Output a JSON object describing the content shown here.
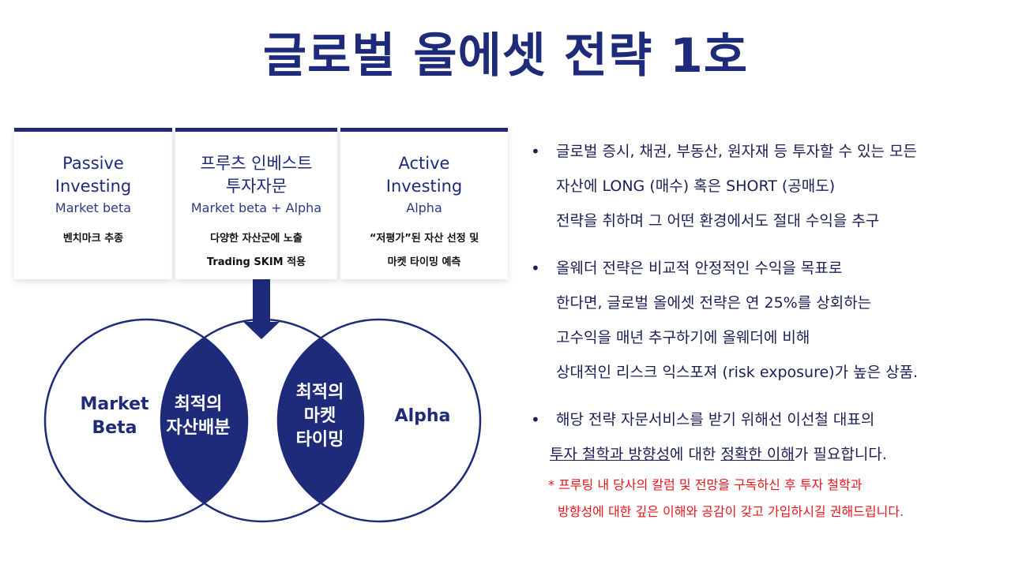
{
  "title": "글로벌 올에셋 전략 1호",
  "cards": [
    {
      "title_lines": [
        "Passive",
        "Investing"
      ],
      "subtitle": "Market beta",
      "desc_lines": [
        "벤치마크 추종"
      ]
    },
    {
      "title_lines": [
        "프루츠 인베스트",
        "투자자문"
      ],
      "subtitle": "Market beta + Alpha",
      "desc_lines": [
        "다양한 자산군에 노출",
        "Trading SKIM 적용"
      ]
    },
    {
      "title_lines": [
        "Active",
        "Investing"
      ],
      "subtitle": "Alpha",
      "desc_lines": [
        "“저평가”된 자산 선정 및",
        "마켓 타이밍 예측"
      ]
    }
  ],
  "venn": {
    "left_label": [
      "Market",
      "Beta"
    ],
    "overlap_left_label": [
      "최적의",
      "자산배분"
    ],
    "overlap_right_label": [
      "최적의",
      "마켓",
      "타이밍"
    ],
    "right_label": [
      "Alpha"
    ],
    "fill_color": "#1e2a7a",
    "stroke_color": "#1e2a7a"
  },
  "bullets": [
    {
      "lines": [
        "글로벌 증시, 채권, 부동산, 원자재 등 투자할 수 있는 모든",
        "자산에 LONG (매수) 혹은 SHORT (공매도)",
        "전략을 취하며 그 어떤 환경에서도 절대 수익을 추구"
      ]
    },
    {
      "lines": [
        "올웨더 전략은 비교적 안정적인 수익을 목표로",
        "한다면, 글로벌 올에셋 전략은 연 25%를 상회하는",
        "고수익을 매년 추구하기에 올웨더에 비해",
        "상대적인 리스크 익스포져 (risk exposure)가 높은 상품."
      ]
    },
    {
      "line1": "해당 전략 자문서비스를 받기 위해선 이선철 대표의",
      "line2_underlined_a": "투자 철학과 방향성",
      "line2_text_a": "에 대한 ",
      "line2_underlined_b": "정확한 이해",
      "line2_text_b": "가 필요합니다."
    }
  ],
  "bullet_symbol": "•",
  "note_lines": [
    "* 프루팅 내 당사의 칼럼 및 전망을 구독하신 후 투자 철학과",
    "방향성에 대한 깊은 이해와 공감이 갖고 가입하시길 권해드립니다."
  ],
  "colors": {
    "navy": "#1e2a7a",
    "note_red": "#e8141b"
  }
}
